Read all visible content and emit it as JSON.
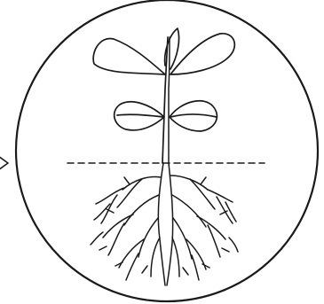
{
  "diagram": {
    "kind": "plant seedling with root system in circular frame",
    "stroke_color": "#1a1a1a",
    "background_color": "#ffffff",
    "ground_line_style": "dashed",
    "parts": [
      "arrow",
      "frame-circle",
      "ground-line",
      "stem",
      "upper-leaves",
      "cotyledons",
      "roots"
    ]
  }
}
